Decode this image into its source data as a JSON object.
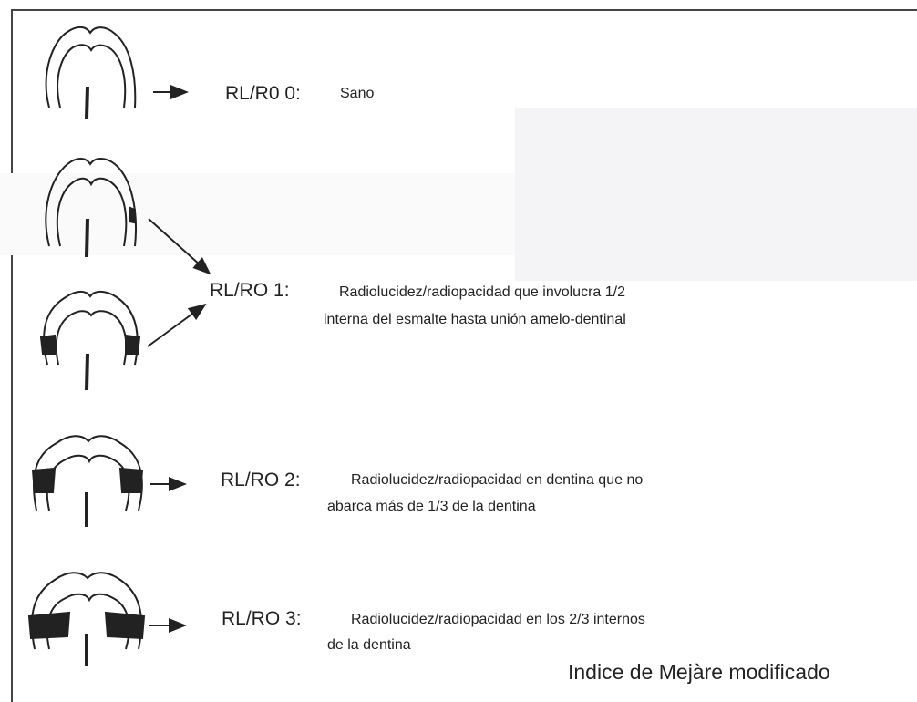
{
  "grades": [
    {
      "code": "RL/R0 0:",
      "description": [
        "Sano"
      ]
    },
    {
      "code": "RL/RO 1:",
      "description": [
        "Radiolucidez/radiopacidad que involucra 1/2",
        "interna del esmalte hasta unión amelo-dentinal"
      ]
    },
    {
      "code": "RL/RO 2:",
      "description": [
        "Radiolucidez/radiopacidad en dentina que no",
        "abarca más de 1/3 de la dentina"
      ]
    },
    {
      "code": "RL/RO 3:",
      "description": [
        "Radiolucidez/radiopacidad en los 2/3 internos",
        "de la dentina"
      ]
    }
  ],
  "footer": "Indice de Mejàre modificado"
}
